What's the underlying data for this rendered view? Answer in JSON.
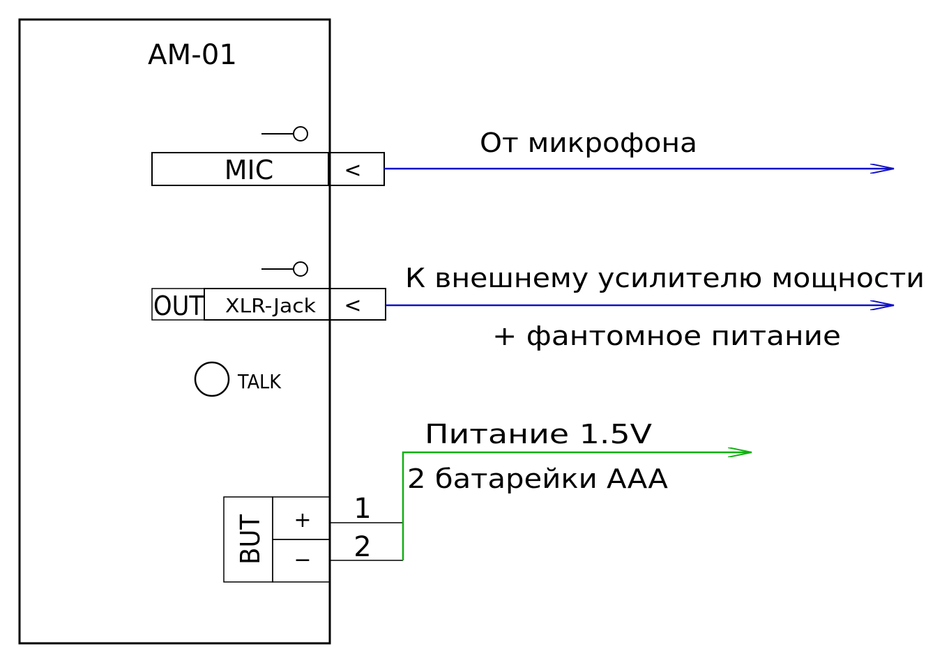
{
  "device": {
    "title": "AM-01",
    "mic_label": "MIC",
    "out_label": "OUT",
    "xlr_label": "XLR-Jack",
    "talk_label": "TALK",
    "but_label": "BUT",
    "plus_label": "+",
    "minus_label": "−",
    "jack_symbol": "<"
  },
  "terminals": {
    "pin1": "1",
    "pin2": "2"
  },
  "connections": {
    "mic_text": "От микрофона",
    "out_text_line1": "К внешнему усилителю мощности",
    "out_text_line2": "+ фантомное питание",
    "power_text_line1": "Питание   1.5V",
    "power_text_line2": "2 батарейки AAA"
  },
  "colors": {
    "signal_line": "#1010c8",
    "power_line": "#10b010",
    "outline": "#000000"
  }
}
